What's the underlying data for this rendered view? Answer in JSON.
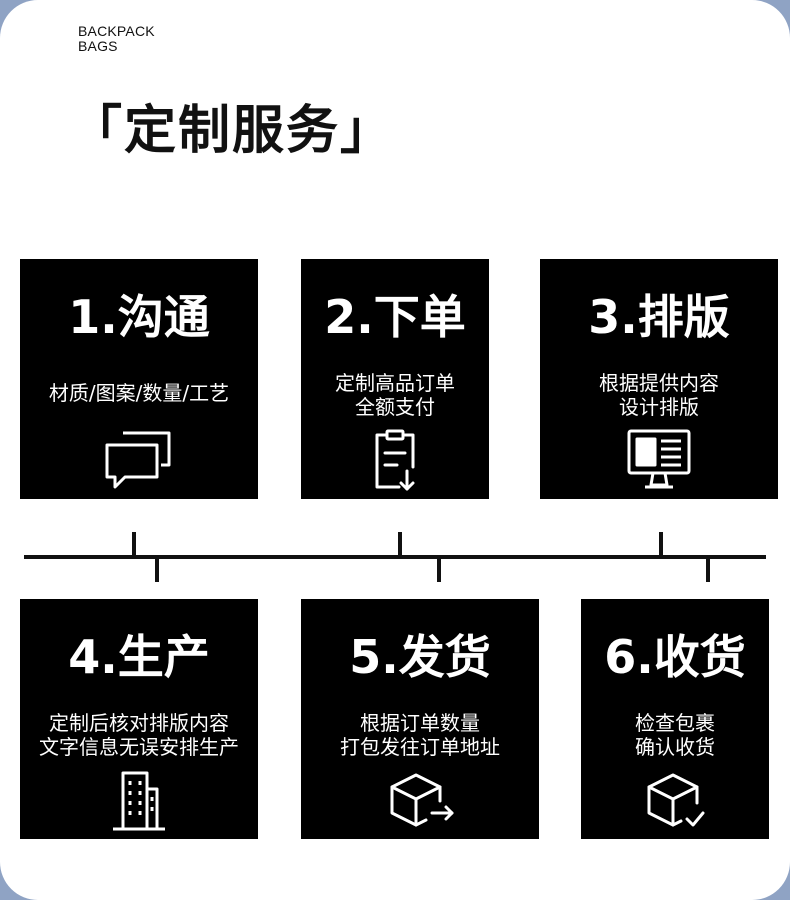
{
  "brand": {
    "line1": "BACKPACK",
    "line2": "BAGS"
  },
  "title": "「定制服务」",
  "steps": [
    {
      "title": "1.沟通",
      "desc1": "材质/图案/数量/工艺",
      "desc2": "",
      "icon": "chat-bubbles-icon"
    },
    {
      "title": "2.下单",
      "desc1": "定制高品订单",
      "desc2": "全额支付",
      "icon": "clipboard-download-icon"
    },
    {
      "title": "3.排版",
      "desc1": "根据提供内容",
      "desc2": "设计排版",
      "icon": "monitor-layout-icon"
    },
    {
      "title": "4.生产",
      "desc1": "定制后核对排版内容",
      "desc2": "文字信息无误安排生产",
      "icon": "factory-building-icon"
    },
    {
      "title": "5.发货",
      "desc1": "根据订单数量",
      "desc2": "打包发往订单地址",
      "icon": "box-shipping-icon"
    },
    {
      "title": "6.收货",
      "desc1": "检查包裹",
      "desc2": "确认收货",
      "icon": "box-check-icon"
    }
  ],
  "colors": {
    "card_bg": "#000000",
    "card_text": "#ffffff",
    "page_bg": "#ffffff",
    "frame_bg": "#8fa3c4"
  }
}
